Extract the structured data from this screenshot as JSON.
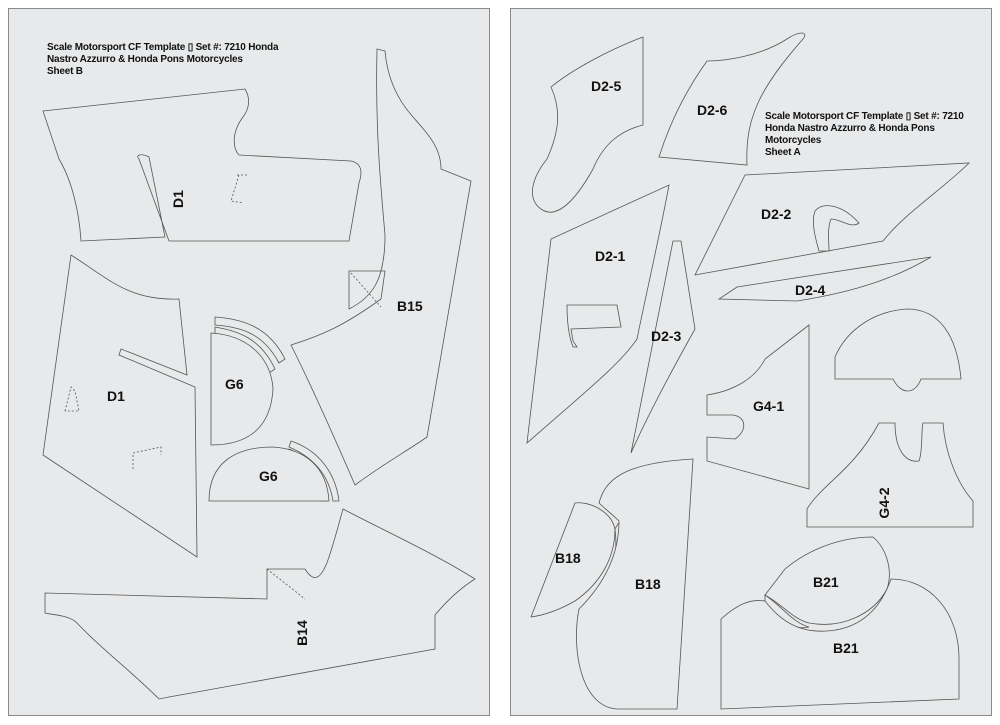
{
  "sheet_b": {
    "title_lines": [
      "Scale Motorsport CF Template ▯ Set #: 7210 Honda",
      "Nastro Azzurro & Honda Pons Motorcycles",
      "Sheet B"
    ],
    "labels": {
      "d1_top": "D1",
      "d1_left": "D1",
      "b15": "B15",
      "g6_a": "G6",
      "g6_b": "G6",
      "b14": "B14"
    }
  },
  "sheet_a": {
    "title_lines": [
      "Scale Motorsport CF Template ▯ Set #: 7210",
      "Honda Nastro Azzurro & Honda Pons",
      "Motorcycles",
      "Sheet A"
    ],
    "labels": {
      "d2_5": "D2-5",
      "d2_6": "D2-6",
      "d2_2": "D2-2",
      "d2_1": "D2-1",
      "d2_4": "D2-4",
      "d2_3": "D2-3",
      "g4_1": "G4-1",
      "g4_2": "G4-2",
      "b18_a": "B18",
      "b18_b": "B18",
      "b21_a": "B21",
      "b21_b": "B21"
    }
  }
}
